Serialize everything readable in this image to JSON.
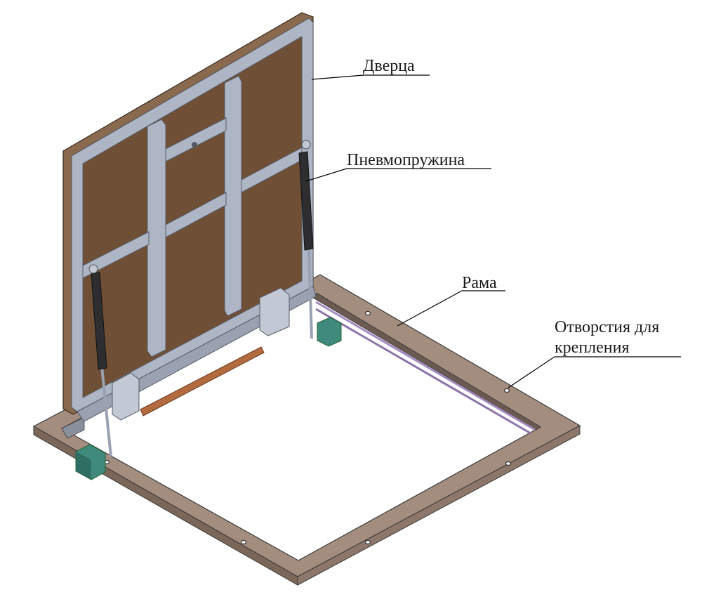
{
  "labels": {
    "door": "Дверца",
    "gas_spring": "Пневмопружина",
    "frame": "Рама",
    "holes_line1": "Отворстия для",
    "holes_line2": "крепления"
  },
  "colors": {
    "board": "#6e4f36",
    "board_edge": "#8a6a4f",
    "steel": "#aeb5c4",
    "steel_dark": "#7f8798",
    "frame_top": "#a08a7c",
    "frame_side": "#7a6458",
    "handle": "#b36a3e",
    "spring_body": "#2e2e31",
    "green_block": "#3f8a7c",
    "rail": "#9c82b4",
    "leader": "#000000"
  }
}
